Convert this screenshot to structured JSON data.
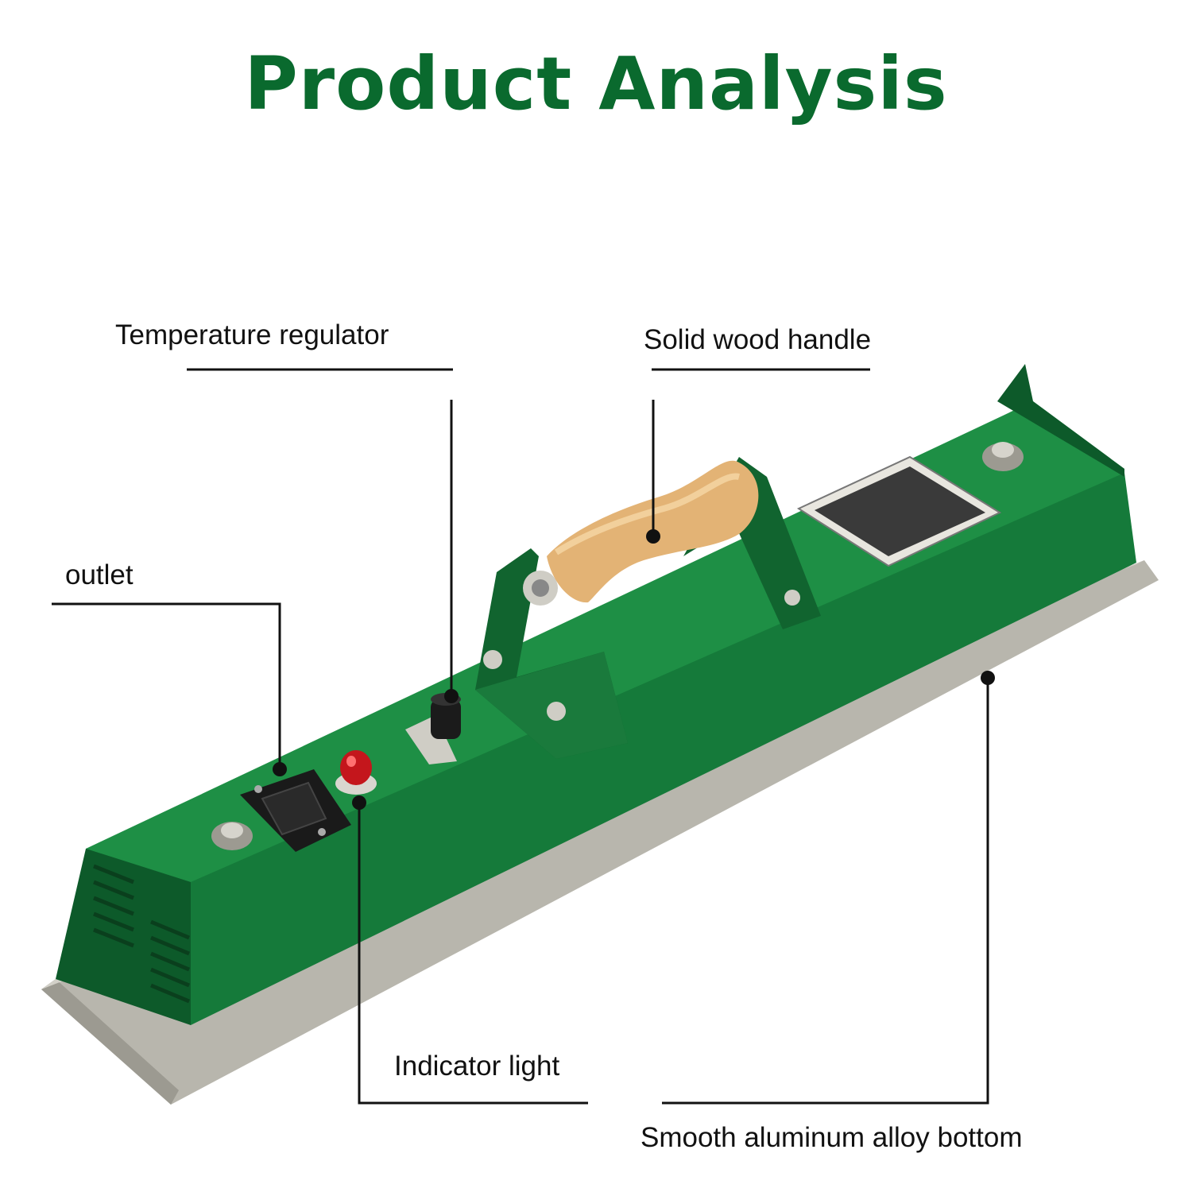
{
  "title": "Product Analysis",
  "colors": {
    "title": "#0a6a2e",
    "body_green": "#157a3a",
    "body_green_dark": "#0d5a2a",
    "body_green_light": "#1e8f45",
    "metal": "#b7b5ac",
    "wood": "#e3b375",
    "indicator_red": "#c4161c",
    "leader_line": "#111111"
  },
  "callouts": {
    "temperature_regulator": "Temperature regulator",
    "solid_wood_handle": "Solid wood handle",
    "outlet": "outlet",
    "indicator_light": "Indicator light",
    "aluminum_bottom": "Smooth aluminum alloy bottom"
  }
}
